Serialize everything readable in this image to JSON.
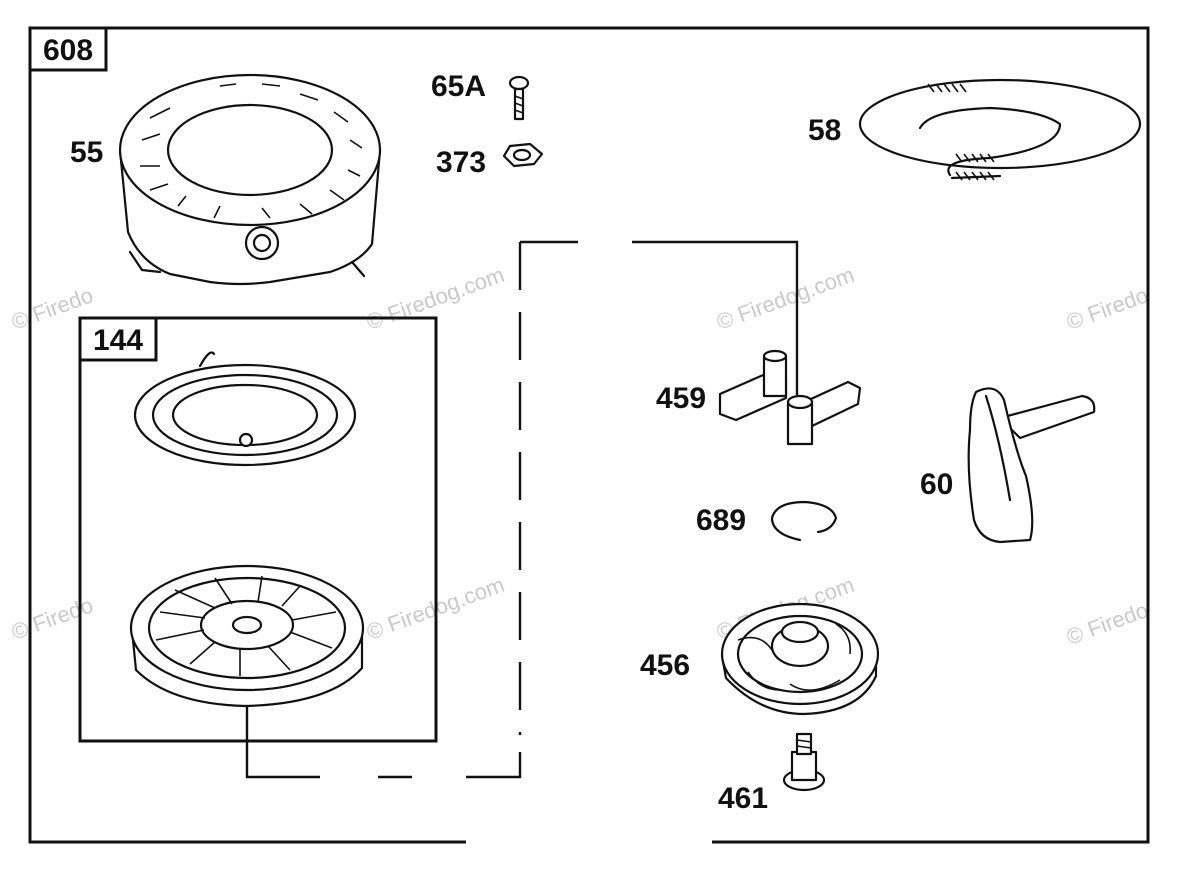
{
  "assembly": {
    "box_number": "608",
    "subassembly_box_number": "144"
  },
  "callouts": {
    "p55": "55",
    "p65a": "65A",
    "p373": "373",
    "p58": "58",
    "p459": "459",
    "p60": "60",
    "p689": "689",
    "p456": "456",
    "p461": "461"
  },
  "watermark": {
    "text": "© Firedog.com",
    "partial": "© Firedo"
  },
  "colors": {
    "ink": "#111111",
    "watermark": "#c9c9c9",
    "background": "#ffffff"
  }
}
